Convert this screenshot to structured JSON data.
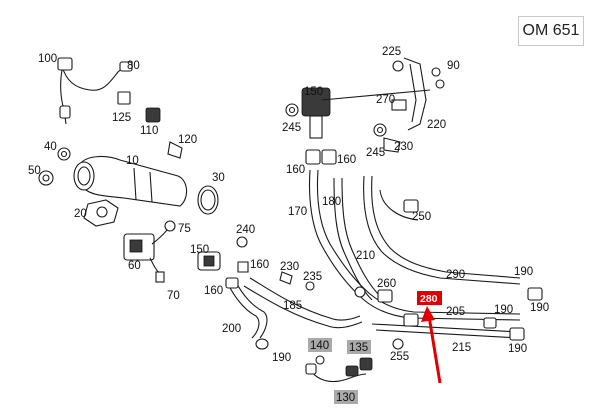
{
  "engine_code": "OM 651",
  "labels": {
    "p10": "10",
    "p20": "20",
    "p30": "30",
    "p40": "40",
    "p50": "50",
    "p60": "60",
    "p70": "70",
    "p75": "75",
    "p80": "80",
    "p90": "90",
    "p100": "100",
    "p110": "110",
    "p120": "120",
    "p125": "125",
    "p130": "130",
    "p135": "135",
    "p140": "140",
    "p150a": "150",
    "p150b": "150",
    "p160a": "160",
    "p160b": "160",
    "p160c": "160",
    "p160d": "160",
    "p170": "170",
    "p180": "180",
    "p185": "185",
    "p190a": "190",
    "p190b": "190",
    "p190c": "190",
    "p190d": "190",
    "p190e": "190",
    "p200": "200",
    "p205": "205",
    "p210": "210",
    "p215": "215",
    "p220": "220",
    "p225": "225",
    "p230": "230",
    "p235": "235",
    "p240": "240",
    "p245a": "245",
    "p245b": "245",
    "p250": "250",
    "p255": "255",
    "p260": "260",
    "p270": "270",
    "p280": "280",
    "p290": "290"
  },
  "highlight_color": "#e00000",
  "muted_label_color": "#a9a9a9"
}
